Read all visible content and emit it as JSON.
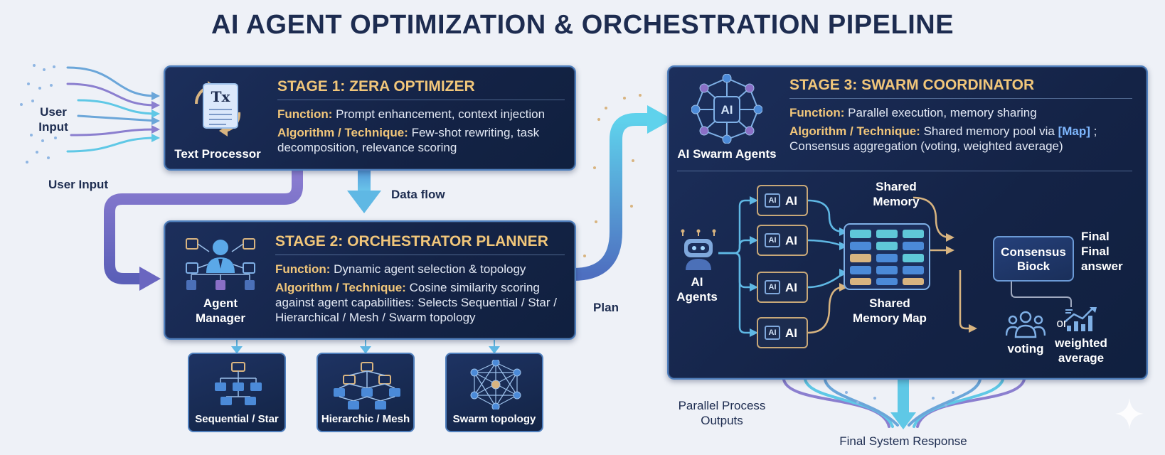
{
  "title": "AI AGENT OPTIMIZATION & ORCHESTRATION PIPELINE",
  "input": {
    "label_user_input_stacked": "User\nInput",
    "label_user_input": "User Input"
  },
  "stage1": {
    "title": "STAGE 1: ZERA OPTIMIZER",
    "function_label": "Function:",
    "function_text": "Prompt enhancement, context injection",
    "algorithm_label": "Algorithm / Technique:",
    "algorithm_text": "Few-shot rewriting, task decomposition, relevance scoring",
    "icon_caption": "Text Processor",
    "icon_glyph": "Tx"
  },
  "data_flow_label": "Data flow",
  "stage2": {
    "title": "STAGE 2: ORCHESTRATOR PLANNER",
    "function_label": "Function:",
    "function_text": "Dynamic agent selection & topology",
    "algorithm_label": "Algorithm / Technique:",
    "algorithm_text": "Cosine similarity scoring against agent capabilities: Selects Sequential / Star / Hierarchical / Mesh / Swarm topology",
    "icon_caption": "Agent\nManager",
    "topologies": [
      {
        "label": "Sequential / Star"
      },
      {
        "label": "Hierarchic / Mesh"
      },
      {
        "label": "Swarm topology"
      }
    ]
  },
  "plan_label": "Plan",
  "stage3": {
    "title": "STAGE 3: SWARM COORDINATOR",
    "function_label": "Function:",
    "function_text": "Parallel execution, memory sharing",
    "algorithm_label": "Algorithm / Technique:",
    "algorithm_text_before": "Shared memory pool via",
    "algorithm_map_tag": "[Map]",
    "algorithm_text_after": "; Consensus aggregation (voting, weighted average)",
    "icon_caption": "AI Swarm Agents",
    "icon_glyph": "AI",
    "agents_label": "AI\nAgents",
    "ai_boxes": [
      {
        "chip": "AI",
        "label": "AI"
      },
      {
        "chip": "AI",
        "label": "AI"
      },
      {
        "chip": "AI",
        "label": "AI"
      },
      {
        "chip": "AI",
        "label": "AI"
      }
    ],
    "shared_memory_label": "Shared\nMemory",
    "shared_memory_map_label": "Shared\nMemory Map",
    "consensus_label": "Consensus\nBiock",
    "final_answer_label": "Final\nFinal\nanswer",
    "voting_label": "voting",
    "or_label": "or",
    "weighted_average_label": "weighted\naverage"
  },
  "parallel_outputs_label": "Parallel Process\nOutputs",
  "final_response_label": "Final System Response",
  "colors": {
    "panel_bg": "#142346",
    "panel_border": "#4f7fbd",
    "stage_title": "#f1c67a",
    "flow_cyan": "#5fc8e6",
    "flow_purple": "#7a6ec4",
    "gold": "#d8b480",
    "title_text": "#1d2c50"
  }
}
